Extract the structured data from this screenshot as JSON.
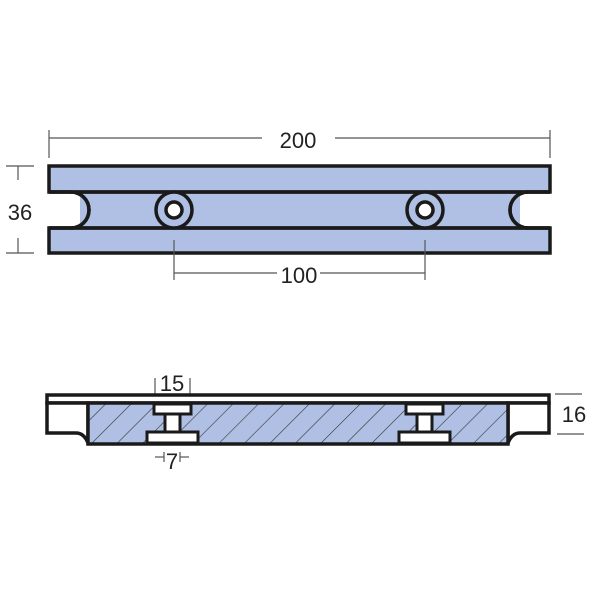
{
  "colors": {
    "fill": "#b0c0e4",
    "outline": "#1a1a1a",
    "dimension_line": "#555555",
    "background": "#ffffff"
  },
  "top_view": {
    "overall_length_label": "200",
    "height_label": "36",
    "hole_spacing_label": "100"
  },
  "side_view": {
    "thickness_label": "16",
    "insert_head_width_label": "15",
    "insert_shank_width_label": "7"
  }
}
